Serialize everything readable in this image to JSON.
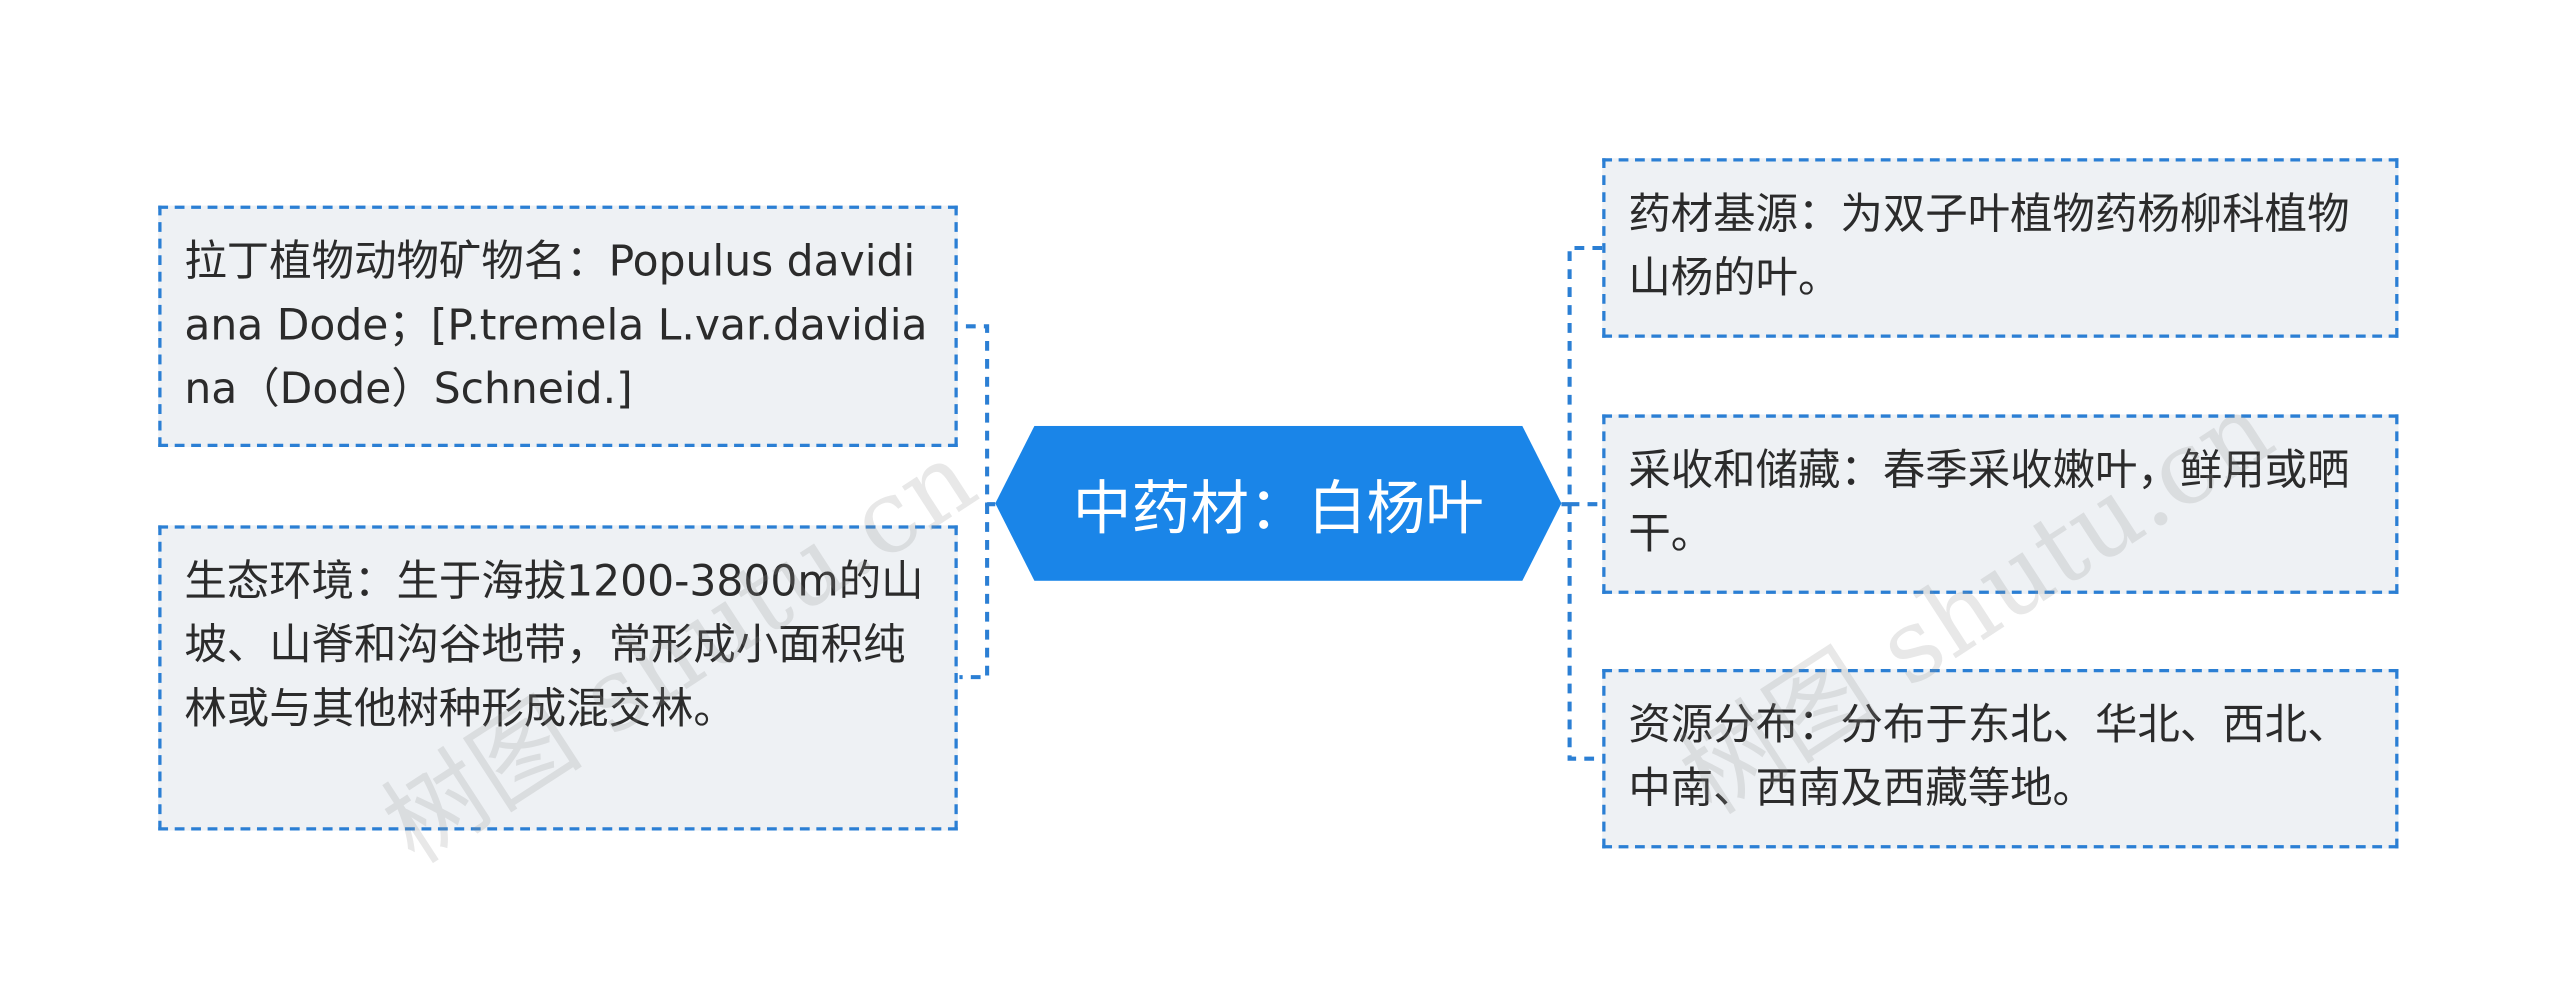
{
  "center": {
    "label": "中药材：白杨叶"
  },
  "left_nodes": [
    {
      "text": "拉丁植物动物矿物名：Populus davidiana Dode；[P.tremela L.var.davidiana（Dode）Schneid.]"
    },
    {
      "text": "生态环境：生于海拔1200-3800m的山坡、山脊和沟谷地带，常形成小面积纯林或与其他树种形成混交林。"
    }
  ],
  "right_nodes": [
    {
      "text": "药材基源：为双子叶植物药杨柳科植物山杨的叶。"
    },
    {
      "text": "采收和储藏：春季采收嫩叶，鲜用或晒干。"
    },
    {
      "text": "资源分布：分布于东北、华北、西北、中南、西南及西藏等地。"
    }
  ],
  "watermark": {
    "text": "树图 shutu.cn"
  },
  "colors": {
    "accent": "#1a85e8",
    "border": "#2b7fd4",
    "node_bg": "#eef1f4",
    "text": "#2b2b2b"
  }
}
